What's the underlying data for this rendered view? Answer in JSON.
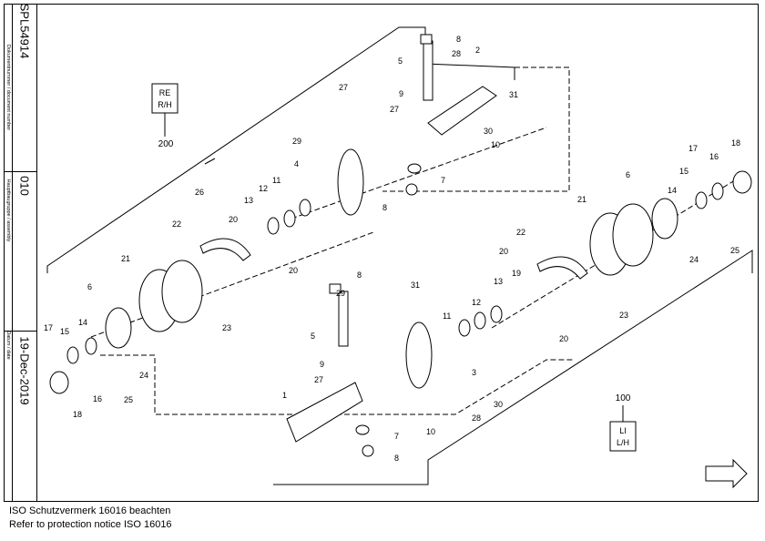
{
  "titleblock": {
    "doc_label": "Dokumentnummer / document number",
    "doc_value": "SPL54914",
    "group_label": "Hauptbaugruppe / assembly",
    "group_value": "010",
    "date_label": "Datum / date",
    "date_value": "19-Dec-2019"
  },
  "footer": {
    "line1": "ISO Schutzvermerk 16016 beachten",
    "line2": "Refer to protection notice ISO 16016"
  },
  "groups": {
    "re_line1": "RE",
    "re_line2": "R/H",
    "re_number": "200",
    "li_line1": "LI",
    "li_line2": "L/H",
    "li_number": "100"
  },
  "callouts": [
    "1",
    "2",
    "3",
    "4",
    "5",
    "5",
    "6",
    "6",
    "7",
    "7",
    "8",
    "8",
    "8",
    "8",
    "9",
    "9",
    "10",
    "10",
    "11",
    "11",
    "12",
    "12",
    "13",
    "13",
    "14",
    "14",
    "15",
    "15",
    "16",
    "16",
    "17",
    "17",
    "18",
    "18",
    "19",
    "20",
    "20",
    "20",
    "20",
    "21",
    "21",
    "22",
    "22",
    "23",
    "23",
    "24",
    "24",
    "25",
    "25",
    "26",
    "27",
    "27",
    "27",
    "28",
    "28",
    "29",
    "29",
    "30",
    "30",
    "31",
    "31"
  ]
}
